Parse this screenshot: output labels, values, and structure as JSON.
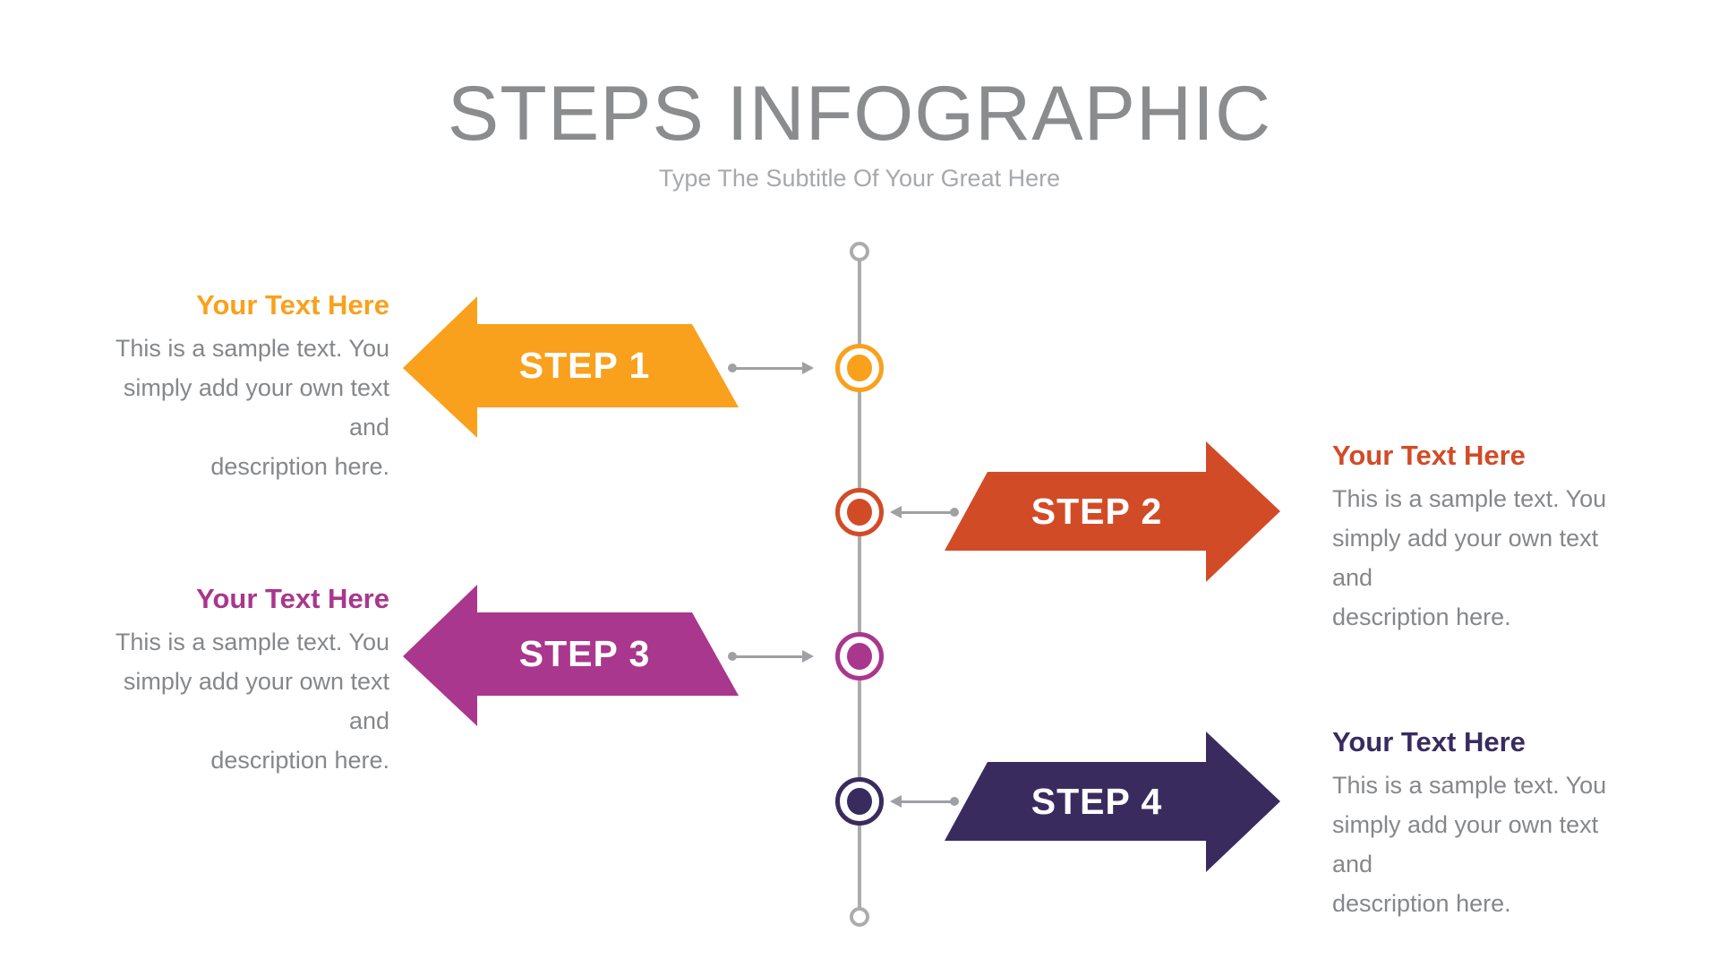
{
  "header": {
    "title": "STEPS INFOGRAPHIC",
    "subtitle": "Type The Subtitle Of Your Great Here"
  },
  "colors": {
    "title": "#8A8C8E",
    "subtitle": "#A6A8AB",
    "body_text": "#85878A",
    "timeline": "#ACACAC",
    "connector": "#9EA0A3"
  },
  "steps": [
    {
      "label": "STEP 1",
      "side": "left",
      "color": "#F9A11C",
      "heading": "Your Text Here",
      "body_lines": [
        "This is a sample text. You",
        "simply add your own text and",
        "description here."
      ]
    },
    {
      "label": "STEP 2",
      "side": "right",
      "color": "#D24B27",
      "heading": "Your Text Here",
      "body_lines": [
        "This is a sample text. You",
        "simply add your own text and",
        "description here."
      ]
    },
    {
      "label": "STEP 3",
      "side": "left",
      "color": "#A9378D",
      "heading": "Your Text Here",
      "body_lines": [
        "This is a sample text. You",
        "simply add your own text and",
        "description here."
      ]
    },
    {
      "label": "STEP 4",
      "side": "right",
      "color": "#3A2B5F",
      "heading": "Your Text Here",
      "body_lines": [
        "This is a sample text. You",
        "simply add your own text and",
        "description here."
      ]
    }
  ]
}
